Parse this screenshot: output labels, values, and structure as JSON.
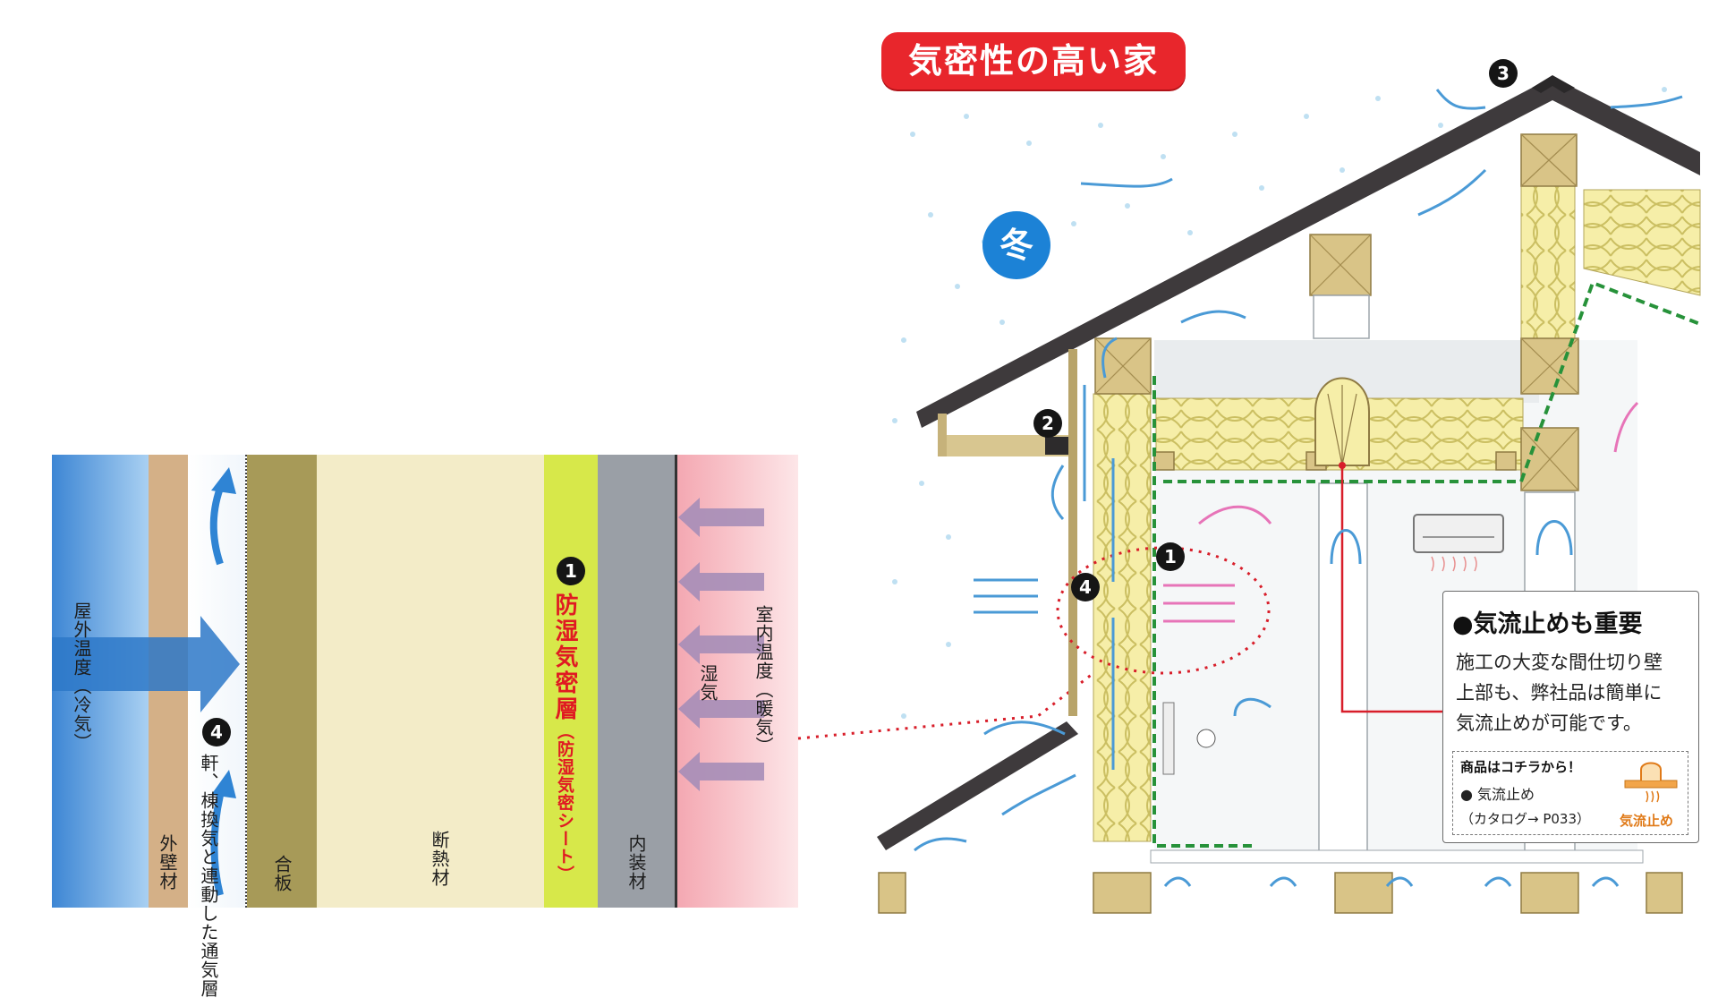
{
  "house_title": "気密性の高い家",
  "season": "冬",
  "wall_section": {
    "outdoor_temp": "屋外温度（冷気）",
    "exterior_material": "外壁材",
    "ventilation_layer": "軒、棟換気と連動した通気層",
    "plywood": "合板",
    "insulation": "断熱材",
    "moisture_barrier": "防湿気密層",
    "moisture_barrier_sub": "（防湿気密シート）",
    "interior_material": "内装材",
    "humidity": "湿気",
    "indoor_temp": "室内温度（暖気）"
  },
  "markers": {
    "m1": "1",
    "m2": "2",
    "m3": "3",
    "m4": "4"
  },
  "info_box": {
    "title": "●気流止めも重要",
    "line1": "施工の大変な間仕切り壁",
    "line2": "上部も、弊社品は簡単に",
    "line3": "気流止めが可能です。",
    "products_header": "商品はコチラから！",
    "product_item": "● 気流止め",
    "catalog_ref": "（カタログ→ P033）",
    "product_label": "気流止め"
  },
  "colors": {
    "cold": "#2b7fd0",
    "warm": "#f3a8b0",
    "moisture_barrier": "#d7e84a",
    "plywood": "#a79a58",
    "insulation": "#f3ecc8",
    "interior": "#9a9fa6",
    "airtight_line": "#27923a",
    "accent_red": "#e01a22"
  }
}
